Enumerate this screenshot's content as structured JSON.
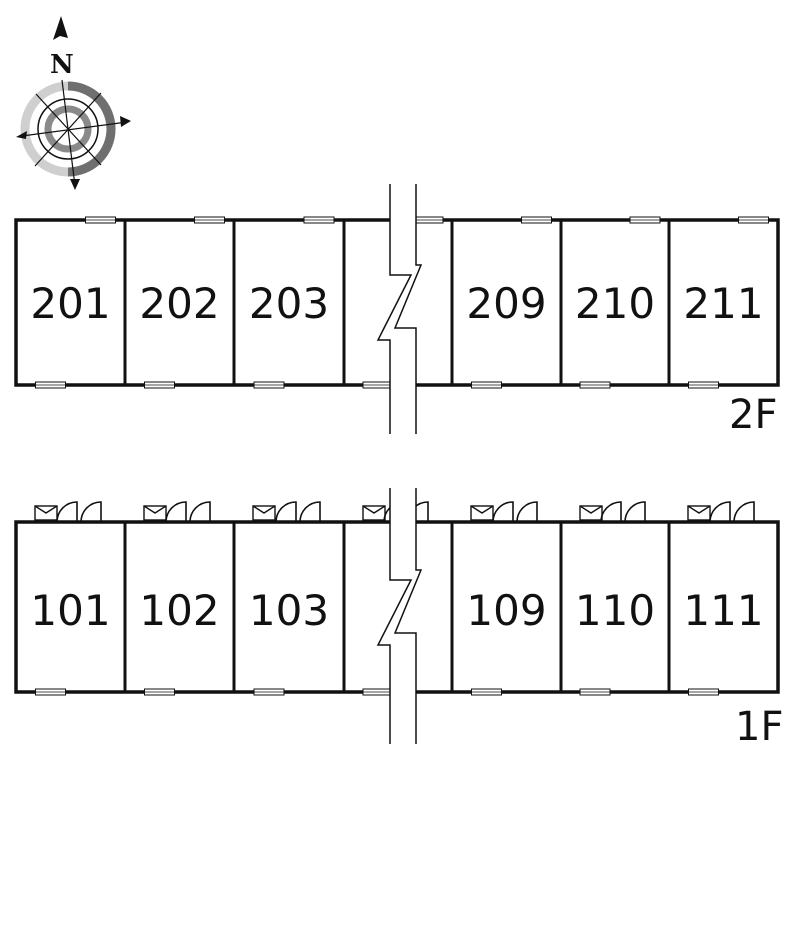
{
  "compass": {
    "north_label": "N"
  },
  "floors": [
    {
      "id": "2f",
      "label": "2F",
      "rooms": [
        {
          "number": "201"
        },
        {
          "number": "202"
        },
        {
          "number": "203"
        },
        {
          "number": ""
        },
        {
          "number": "209"
        },
        {
          "number": "210"
        },
        {
          "number": "211"
        }
      ]
    },
    {
      "id": "1f",
      "label": "1F",
      "rooms": [
        {
          "number": "101"
        },
        {
          "number": "102"
        },
        {
          "number": "103"
        },
        {
          "number": ""
        },
        {
          "number": "109"
        },
        {
          "number": "110"
        },
        {
          "number": "111"
        }
      ]
    }
  ],
  "colors": {
    "line": "#111111",
    "compass_gray": "#8c8c8c",
    "compass_light": "#c8c8c8",
    "window_fill": "#ffffff"
  }
}
